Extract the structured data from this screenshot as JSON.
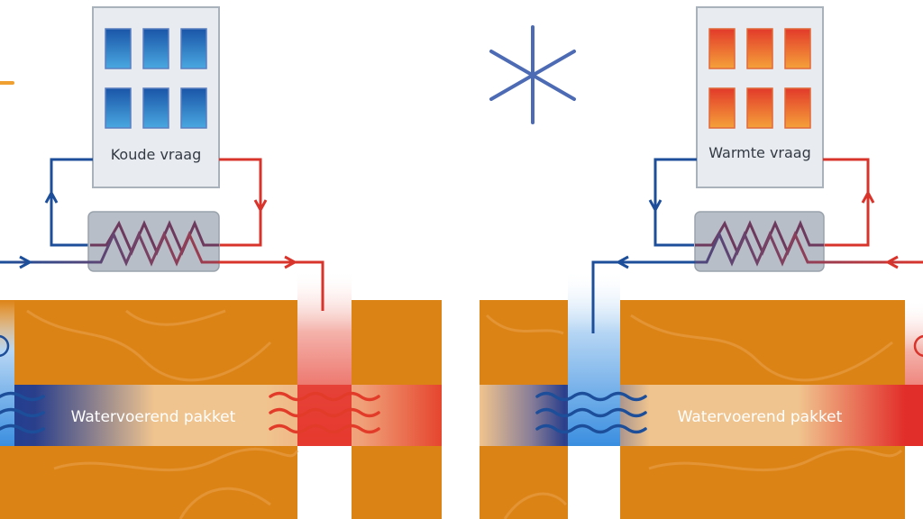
{
  "left": {
    "building_label": "Koude vraag",
    "aquifer_label": "Watervoerend pakket"
  },
  "right": {
    "building_label": "Warmte vraag",
    "aquifer_label": "Watervoerend pakket"
  },
  "colors": {
    "ground": "#dc8316",
    "aquifer": "#f0c48e",
    "cold": "#1c4e9a",
    "warm": "#d8342c",
    "building_fill": "#e8ecf0",
    "heat_exchanger": "#b7bec7",
    "snowflake": "#4d6bb5"
  }
}
